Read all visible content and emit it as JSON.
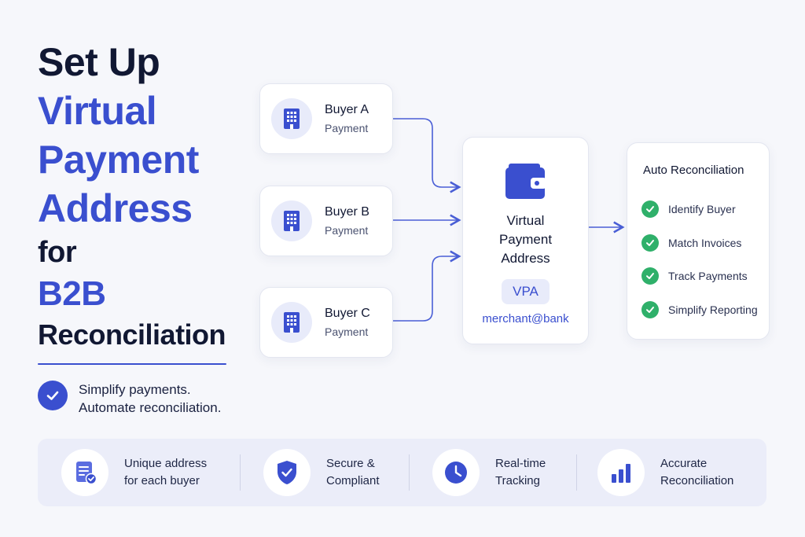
{
  "title": {
    "line1": "Set Up",
    "line2": "Virtual",
    "line3": "Payment",
    "line4": "Address",
    "line5": "for",
    "line6": "B2B",
    "line7": "Reconciliation"
  },
  "tagline": {
    "line1": "Simplify payments.",
    "line2": "Automate reconciliation."
  },
  "buyers": [
    {
      "name": "Buyer A",
      "sub": "Payment"
    },
    {
      "name": "Buyer B",
      "sub": "Payment"
    },
    {
      "name": "Buyer C",
      "sub": "Payment"
    }
  ],
  "vpa": {
    "title1": "Virtual",
    "title2": "Payment",
    "title3": "Address",
    "badge": "VPA",
    "address": "merchant@bank"
  },
  "auto": {
    "heading": "Auto Reconciliation",
    "items": [
      "Identify Buyer",
      "Match Invoices",
      "Track Payments",
      "Simplify Reporting"
    ]
  },
  "features": [
    {
      "line1": "Unique address",
      "line2": "for each buyer",
      "icon": "document-check-icon"
    },
    {
      "line1": "Secure &",
      "line2": "Compliant",
      "icon": "shield-check-icon"
    },
    {
      "line1": "Real-time",
      "line2": "Tracking",
      "icon": "clock-icon"
    },
    {
      "line1": "Accurate",
      "line2": "Reconciliation",
      "icon": "bar-chart-icon"
    }
  ],
  "colors": {
    "accent": "#3a4fcf",
    "success": "#2fb06a",
    "background": "#f6f7fb"
  }
}
